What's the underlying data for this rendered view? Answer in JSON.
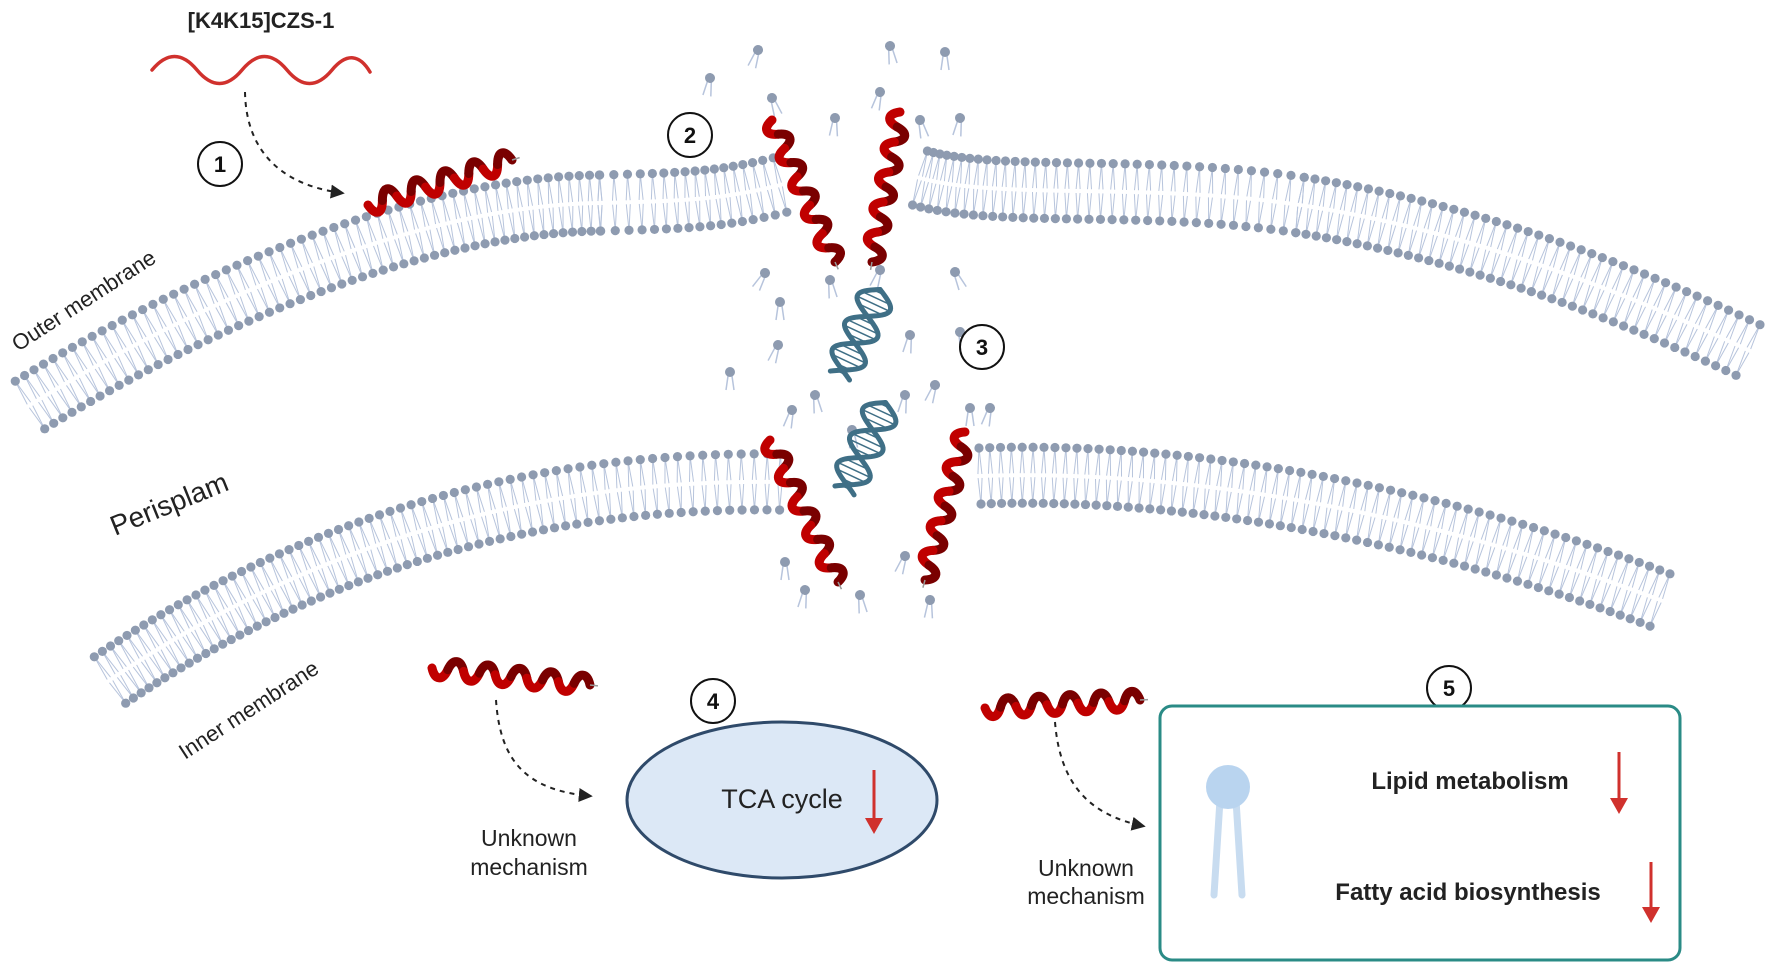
{
  "peptide": {
    "name": "[K4K15]CZS-1"
  },
  "steps": [
    "1",
    "2",
    "3",
    "4",
    "5"
  ],
  "labels": {
    "outer_membrane": "Outer membrane",
    "periplasm": "Perisplam",
    "inner_membrane": "Inner membrane",
    "tca_cycle": "TCA cycle",
    "unknown_1_line1": "Unknown",
    "unknown_1_line2": "mechanism",
    "unknown_2_line1": "Unknown",
    "unknown_2_line2": "mechanism",
    "lipid_metabolism": "Lipid metabolism",
    "fatty_acid": "Fatty acid biosynthesis"
  },
  "colors": {
    "helix": "#c00000",
    "helix_dark": "#7a0000",
    "peptide_wave": "#d0312d",
    "membrane_head": "#8e9bb0",
    "membrane_tail": "#b7c4dc",
    "dna": "#3f6f86",
    "tca_fill": "#dce8f6",
    "tca_stroke": "#2f4a6a",
    "box_stroke": "#2a8b86",
    "down_arrow": "#d0312d",
    "lipid_head": "#b9d4ef"
  },
  "icons": [
    "alpha-helix-icon",
    "dna-icon",
    "lipid-icon",
    "down-arrow-icon",
    "dashed-arrow-icon"
  ]
}
